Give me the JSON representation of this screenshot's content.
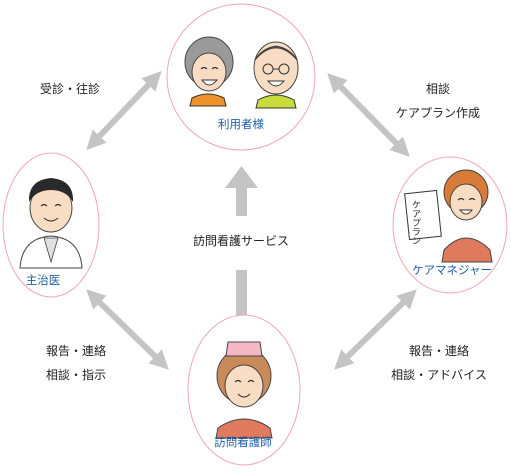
{
  "nodes": {
    "patients": {
      "label": "利用者様"
    },
    "doctor": {
      "label": "主治医"
    },
    "care_manager": {
      "label": "ケアマネジャー",
      "sign_text": "ケアプラン"
    },
    "nurse": {
      "label": "訪問看護師"
    }
  },
  "relations": {
    "patients_doctor": {
      "line1": "受診・往診"
    },
    "patients_care_manager": {
      "line1": "相談",
      "line2": "ケアプラン作成"
    },
    "nurse_service": {
      "line1": "訪問看護サービス"
    },
    "doctor_nurse": {
      "line1": "報告・連絡",
      "line2": "相談・指示"
    },
    "care_manager_nurse": {
      "line1": "報告・連絡",
      "line2": "相談・アドバイス"
    }
  },
  "colors": {
    "node_border": "#f0a6b5",
    "label_blue": "#1f5fa8",
    "arrow_gray": "#c4c4c4",
    "text": "#222222",
    "orange_shirt": "#f0902a",
    "green_shirt": "#c8dc3c",
    "coral_shirt": "#e07a5f",
    "skin": "#f9dcc4"
  }
}
